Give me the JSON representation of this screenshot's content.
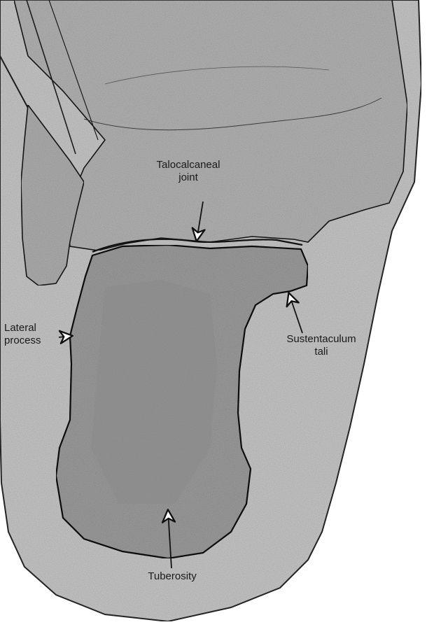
{
  "labels": {
    "talocalcaneal_line1": "Talocalcaneal",
    "talocalcaneal_line2": "joint",
    "lateral_line1": "Lateral",
    "lateral_line2": "process",
    "sustentaculum_line1": "Sustentaculum",
    "sustentaculum_line2": "tali",
    "tuberosity": "Tuberosity"
  },
  "colors": {
    "background": "#ffffff",
    "tissue": "#c9c9c9",
    "bone": "#a8a8a8",
    "outline": "#1c1c1c"
  }
}
